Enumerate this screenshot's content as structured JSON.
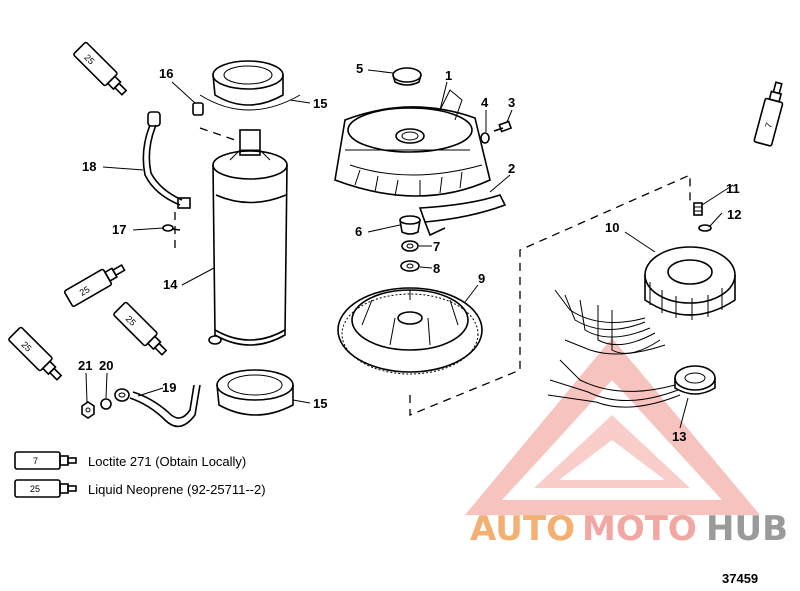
{
  "callouts": [
    {
      "id": "1",
      "label": "1"
    },
    {
      "id": "2",
      "label": "2"
    },
    {
      "id": "3",
      "label": "3"
    },
    {
      "id": "4",
      "label": "4"
    },
    {
      "id": "5",
      "label": "5"
    },
    {
      "id": "6",
      "label": "6"
    },
    {
      "id": "7",
      "label": "7"
    },
    {
      "id": "8",
      "label": "8"
    },
    {
      "id": "9",
      "label": "9"
    },
    {
      "id": "10",
      "label": "10"
    },
    {
      "id": "11",
      "label": "11"
    },
    {
      "id": "12",
      "label": "12"
    },
    {
      "id": "13",
      "label": "13"
    },
    {
      "id": "14",
      "label": "14"
    },
    {
      "id": "15a",
      "label": "15"
    },
    {
      "id": "15b",
      "label": "15"
    },
    {
      "id": "16",
      "label": "16"
    },
    {
      "id": "17",
      "label": "17"
    },
    {
      "id": "18",
      "label": "18"
    },
    {
      "id": "19",
      "label": "19"
    },
    {
      "id": "20",
      "label": "20"
    },
    {
      "id": "21",
      "label": "21"
    }
  ],
  "tube_labels": {
    "t1": "25",
    "t2": "25",
    "t3": "25",
    "t4": "25",
    "t5": "7"
  },
  "legend": [
    {
      "code": "7",
      "text": "Loctite 271 (Obtain Locally)"
    },
    {
      "code": "25",
      "text": "Liquid Neoprene (92-25711--2)"
    }
  ],
  "watermark": {
    "part1": "AUTO",
    "part2": "MOTO",
    "part3": "HUB"
  },
  "doc_number": "37459",
  "colors": {
    "line": "#000000",
    "watermark_orange": "#f3b072",
    "watermark_red": "#f3a7a2",
    "watermark_gray": "#9a9a9a"
  }
}
